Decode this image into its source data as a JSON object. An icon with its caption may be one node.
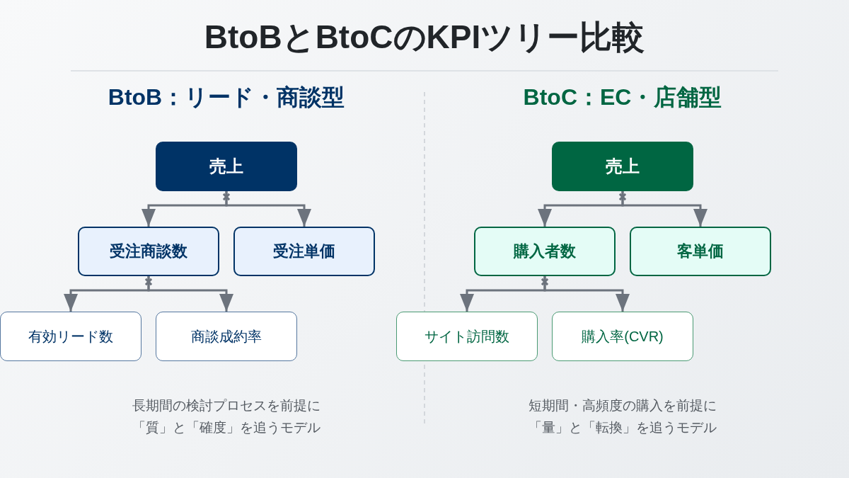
{
  "diagram": {
    "title": "BtoBとBtoCのKPIツリー比較",
    "nodes": [
      {
        "text": [
          "売上"
        ]
      },
      {
        "text": [
          "受注商談数"
        ]
      },
      {
        "text": [
          "受注単価"
        ]
      },
      {
        "text": [
          "有効リード数"
        ]
      },
      {
        "text": [
          "商談成約率"
        ]
      },
      {
        "text": [
          "売上"
        ]
      },
      {
        "text": [
          "購入者数"
        ]
      },
      {
        "text": [
          "客単価"
        ]
      },
      {
        "text": [
          "サイト訪問数"
        ]
      },
      {
        "text": [
          "購入率(CVR)"
        ]
      }
    ],
    "edges": [
      {
        "from": 0,
        "to": 1,
        "arrow": "to"
      },
      {
        "from": 0,
        "to": 2,
        "arrow": "to"
      },
      {
        "from": 1,
        "to": 3,
        "arrow": "to"
      },
      {
        "from": 1,
        "to": 4,
        "arrow": "to"
      },
      {
        "from": 5,
        "to": 6,
        "arrow": "to"
      },
      {
        "from": 5,
        "to": 7,
        "arrow": "to"
      },
      {
        "from": 6,
        "to": 8,
        "arrow": "to"
      },
      {
        "from": 6,
        "to": 9,
        "arrow": "to"
      }
    ],
    "labels": [
      "BtoB：リード・商談型",
      "BtoC：EC・店舗型",
      "長期間の検討プロセスを前提に「質」と「確度」を追うモデル",
      "短期間・高頻度の購入を前提に「量」と「転換」を追うモデル"
    ]
  }
}
